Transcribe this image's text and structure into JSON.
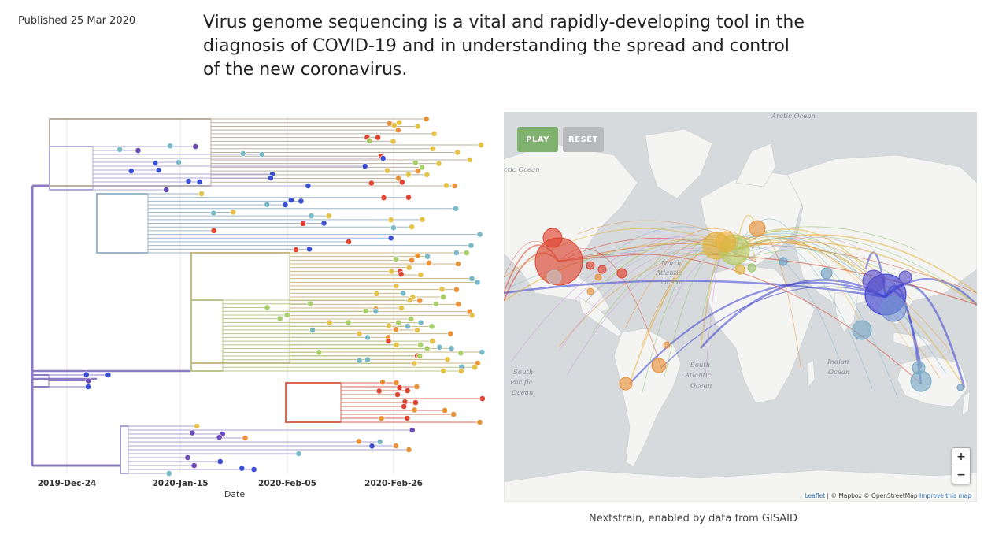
{
  "published": "Published 25 Mar 2020",
  "lead": "Virus genome sequencing is a vital and rapidly-developing tool in the diagnosis of COVID-19 and in understanding the spread and control of the new coronavirus.",
  "tree": {
    "ticks": [
      "2019-Dec-24",
      "2020-Jan-15",
      "2020-Feb-05",
      "2020-Feb-26"
    ],
    "axis_title": "Date"
  },
  "map": {
    "play_label": "PLAY",
    "reset_label": "RESET",
    "zoom_in": "+",
    "zoom_out": "−",
    "attribution_leaflet": "Leaflet",
    "attribution_rest": " | © Mapbox © OpenStreetMap ",
    "attribution_improve": "Improve this map",
    "labels": {
      "arctic": "Arctic Ocean",
      "atlantic_n1": "North",
      "atlantic_n2": "Atlantic",
      "atlantic_n3": "Ocean",
      "pacific_s1": "South",
      "pacific_s2": "Pacific",
      "pacific_s3": "Ocean",
      "atlantic_s1": "South",
      "atlantic_s2": "Atlantic",
      "atlantic_s3": "Ocean",
      "indian1": "Indian",
      "indian2": "Ocean",
      "arctic_left": "ctic Ocean"
    }
  },
  "caption": "Nextstrain, enabled by data from GISAID",
  "colors": {
    "purple": "#6a4bb6",
    "blue": "#3a4fd1",
    "teal": "#78b8c7",
    "green": "#a8cf6a",
    "yellow": "#e4c34a",
    "orange": "#e9923a",
    "red": "#e0432f",
    "gray": "#b8b8c0"
  }
}
